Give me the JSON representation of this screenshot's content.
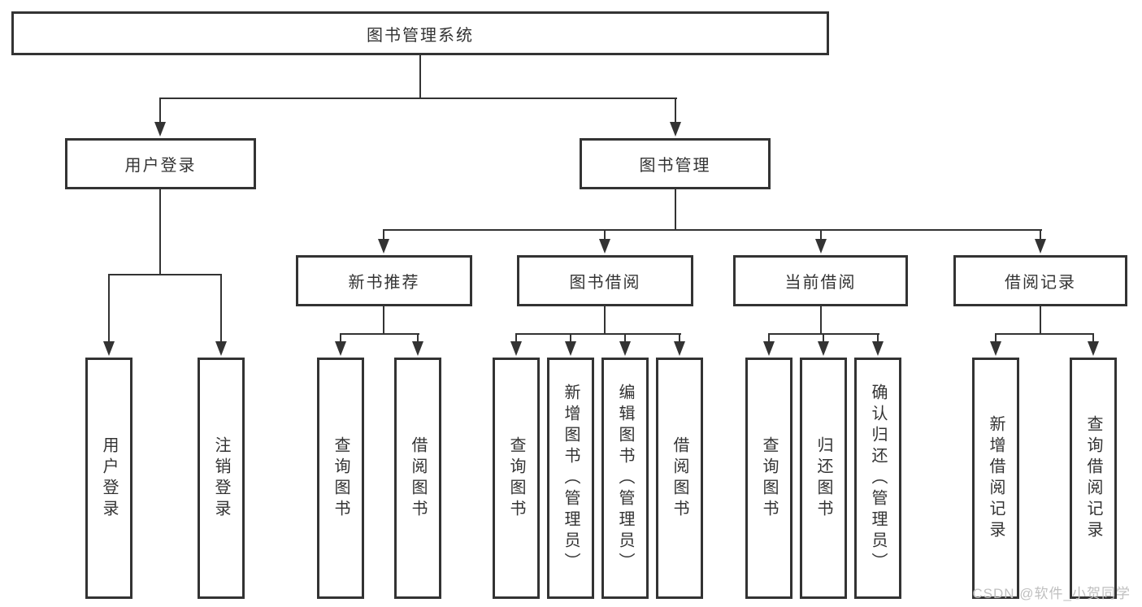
{
  "diagram": {
    "root": "图书管理系统",
    "branches": [
      {
        "label": "用户登录",
        "children": [
          "用户登录",
          "注销登录"
        ]
      },
      {
        "label": "图书管理",
        "groups": [
          {
            "label": "新书推荐",
            "children": [
              "查询图书",
              "借阅图书"
            ]
          },
          {
            "label": "图书借阅",
            "children": [
              "查询图书",
              "新增图书（管理员）",
              "编辑图书（管理员）",
              "借阅图书"
            ]
          },
          {
            "label": "当前借阅",
            "children": [
              "查询图书",
              "归还图书",
              "确认归还（管理员）"
            ]
          },
          {
            "label": "借阅记录",
            "children": [
              "新增借阅记录",
              "查询借阅记录"
            ]
          }
        ]
      }
    ]
  },
  "watermark": "CSDN @软件_小贺同学",
  "colors": {
    "line": "#333333",
    "text": "#333333",
    "bg": "#ffffff",
    "watermark": "#bfbfbf"
  }
}
